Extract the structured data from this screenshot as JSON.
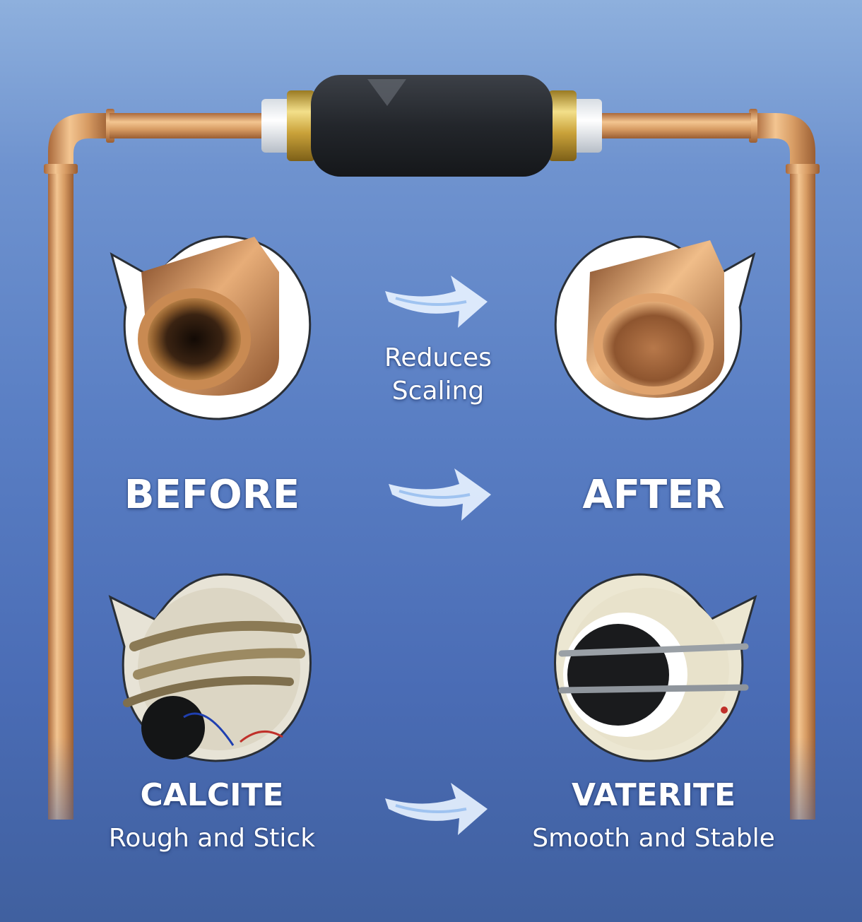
{
  "center_caption": {
    "line1": "Reduces",
    "line2": "Scaling"
  },
  "labels": {
    "before": "BEFORE",
    "after": "AFTER",
    "calcite": "CALCITE",
    "calcite_desc": "Rough and Stick",
    "vaterite": "VATERITE",
    "vaterite_desc": "Smooth and Stable"
  },
  "colors": {
    "copper": "#c98a52",
    "copper_light": "#f0c08a",
    "device_body": "#2a2d33",
    "brass": "#d9b64a",
    "arrow": "#dcebff"
  }
}
